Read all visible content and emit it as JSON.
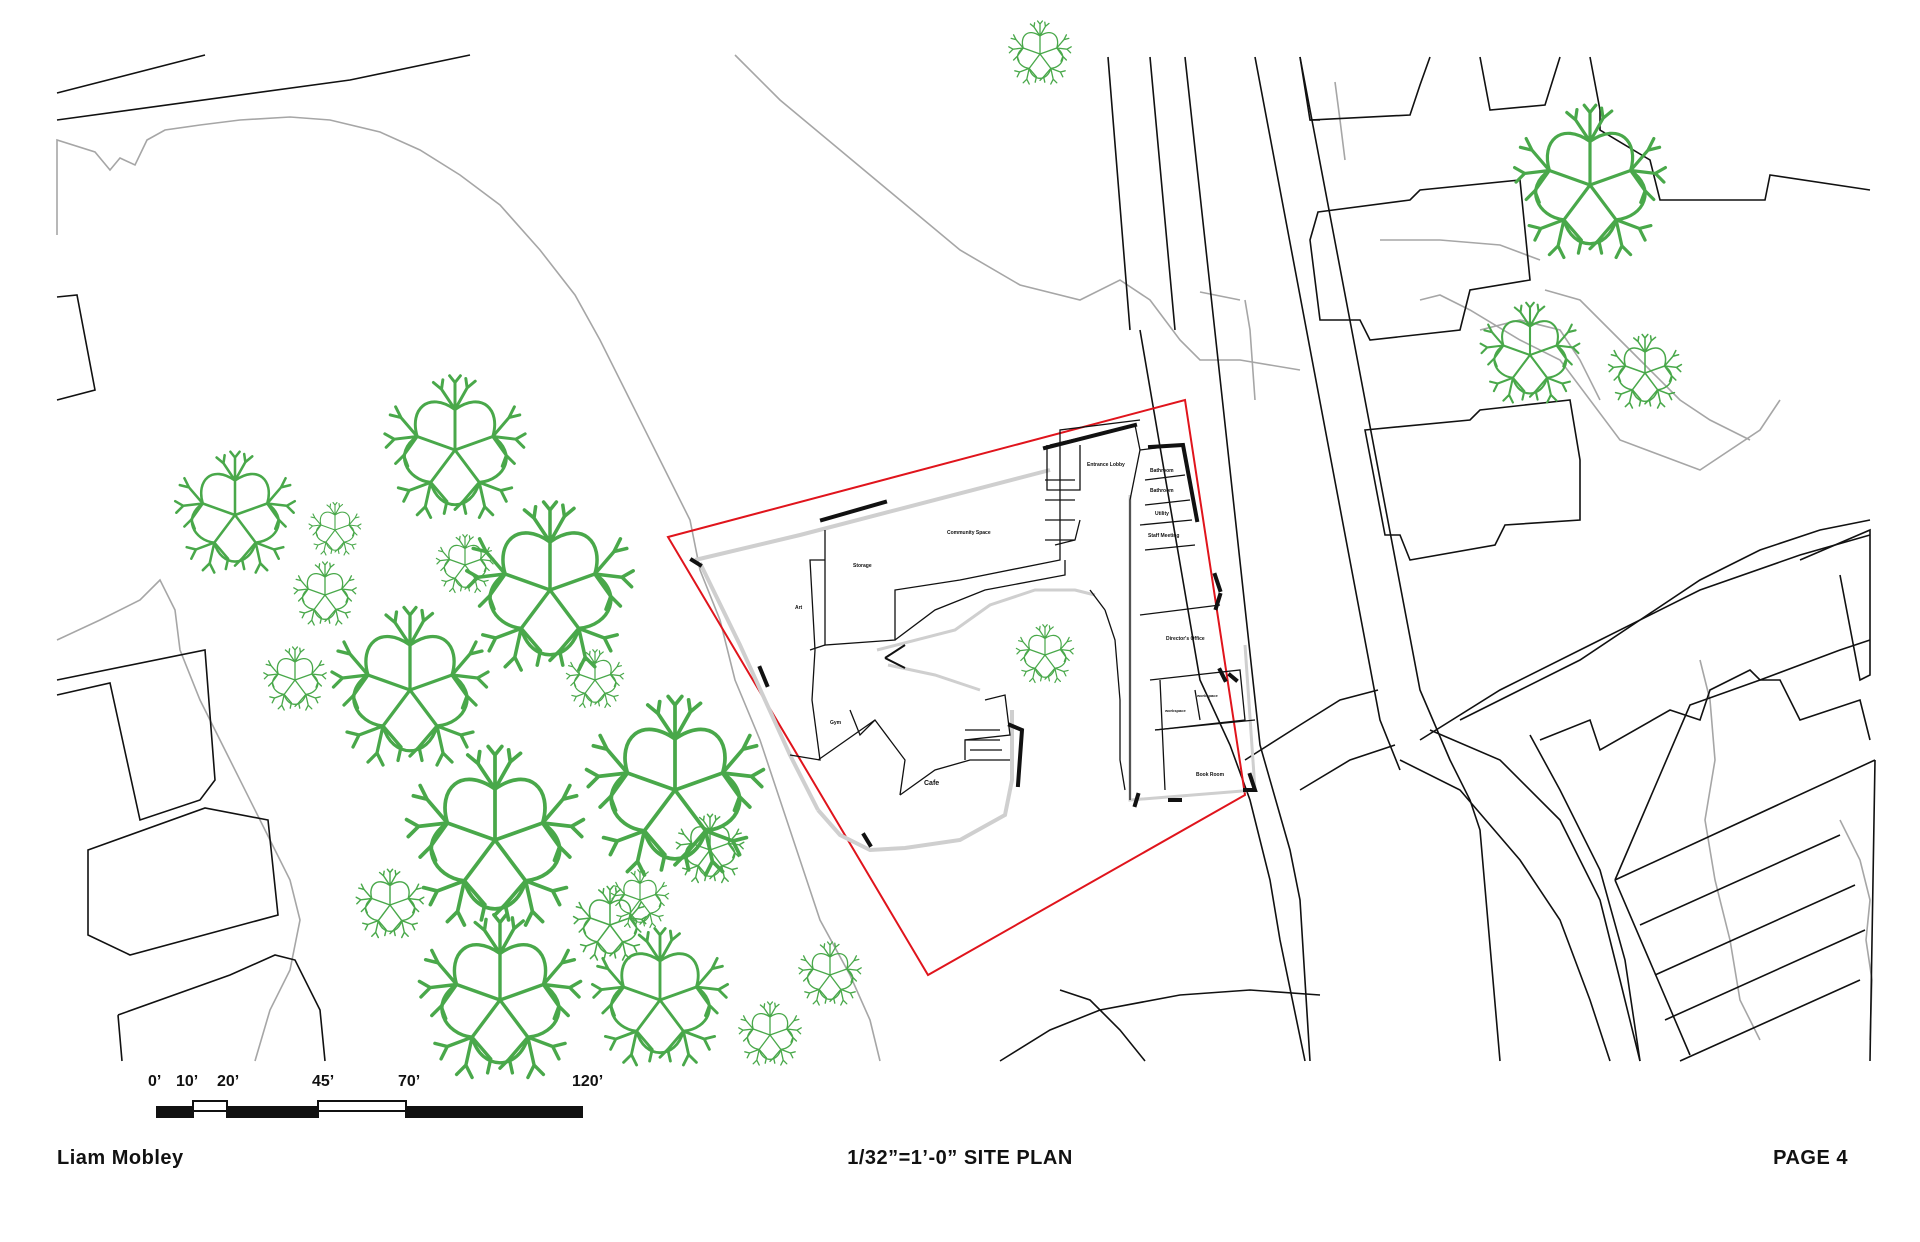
{
  "drawing": {
    "author": "Liam Mobley",
    "title": "1/32”=1’-0” SITE PLAN",
    "page": "PAGE 4"
  },
  "scale_bar": {
    "labels": [
      "0’",
      "10’",
      "20’",
      "45’",
      "70’",
      "120’"
    ]
  },
  "rooms": {
    "entrance_lobby": "Entrance Lobby",
    "bathroom_1": "Bathroom",
    "bathroom_2": "Bathroom",
    "utility": "Utility",
    "staff_meeting": "Staff Meeting",
    "community_space": "Community Space",
    "storage": "Storage",
    "art": "Art",
    "gym": "Gym",
    "cafe": "Cafe",
    "directors_office": "Director's Office",
    "workspace_1": "workspace",
    "workspace_2": "workspace",
    "book_room": "Book Room"
  },
  "colors": {
    "property_line": "#e0141c",
    "trees": "#49a84a",
    "context_lines": "#111111",
    "topo_lines": "#a6a6a6"
  },
  "icons": [
    "tree-icon"
  ]
}
